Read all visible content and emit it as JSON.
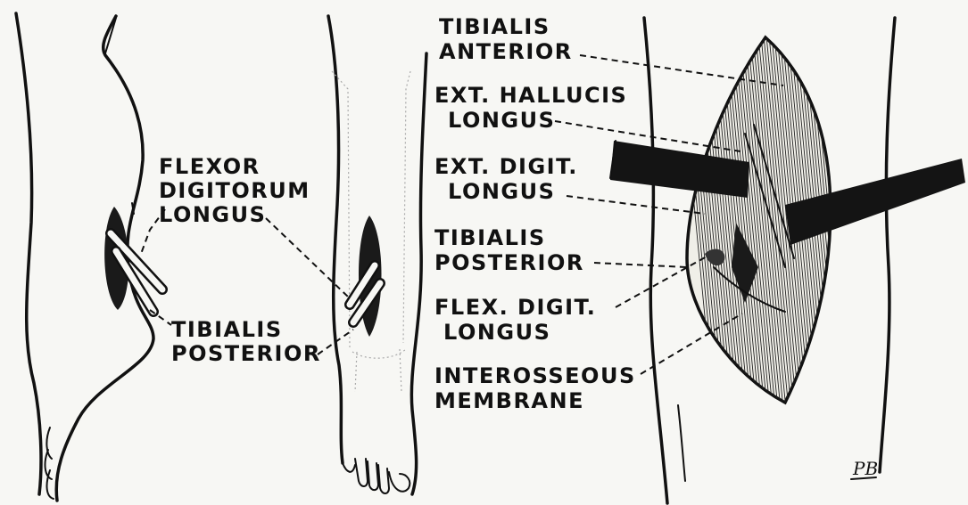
{
  "labels": {
    "flexor_digitorum_longus": [
      "FLEXOR",
      "DIGITORUM",
      "LONGUS"
    ],
    "tibialis_posterior_left": [
      "TIBIALIS",
      "POSTERIOR"
    ],
    "tibialis_anterior": [
      "TIBIALIS",
      "ANTERIOR"
    ],
    "ext_hallucis_longus": [
      "EXT. HALLUCIS",
      "LONGUS"
    ],
    "ext_digit_longus": [
      "EXT. DIGIT.",
      "LONGUS"
    ],
    "tibialis_posterior_right": [
      "TIBIALIS",
      "POSTERIOR"
    ],
    "flex_digit_longus": [
      "FLEX. DIGIT.",
      "LONGUS"
    ],
    "interosseous_membrane": [
      "INTEROSSEOUS",
      "MEMBRANE"
    ]
  },
  "signature": "PB",
  "colors": {
    "ink": "#111111",
    "paper": "#f7f7f4"
  }
}
